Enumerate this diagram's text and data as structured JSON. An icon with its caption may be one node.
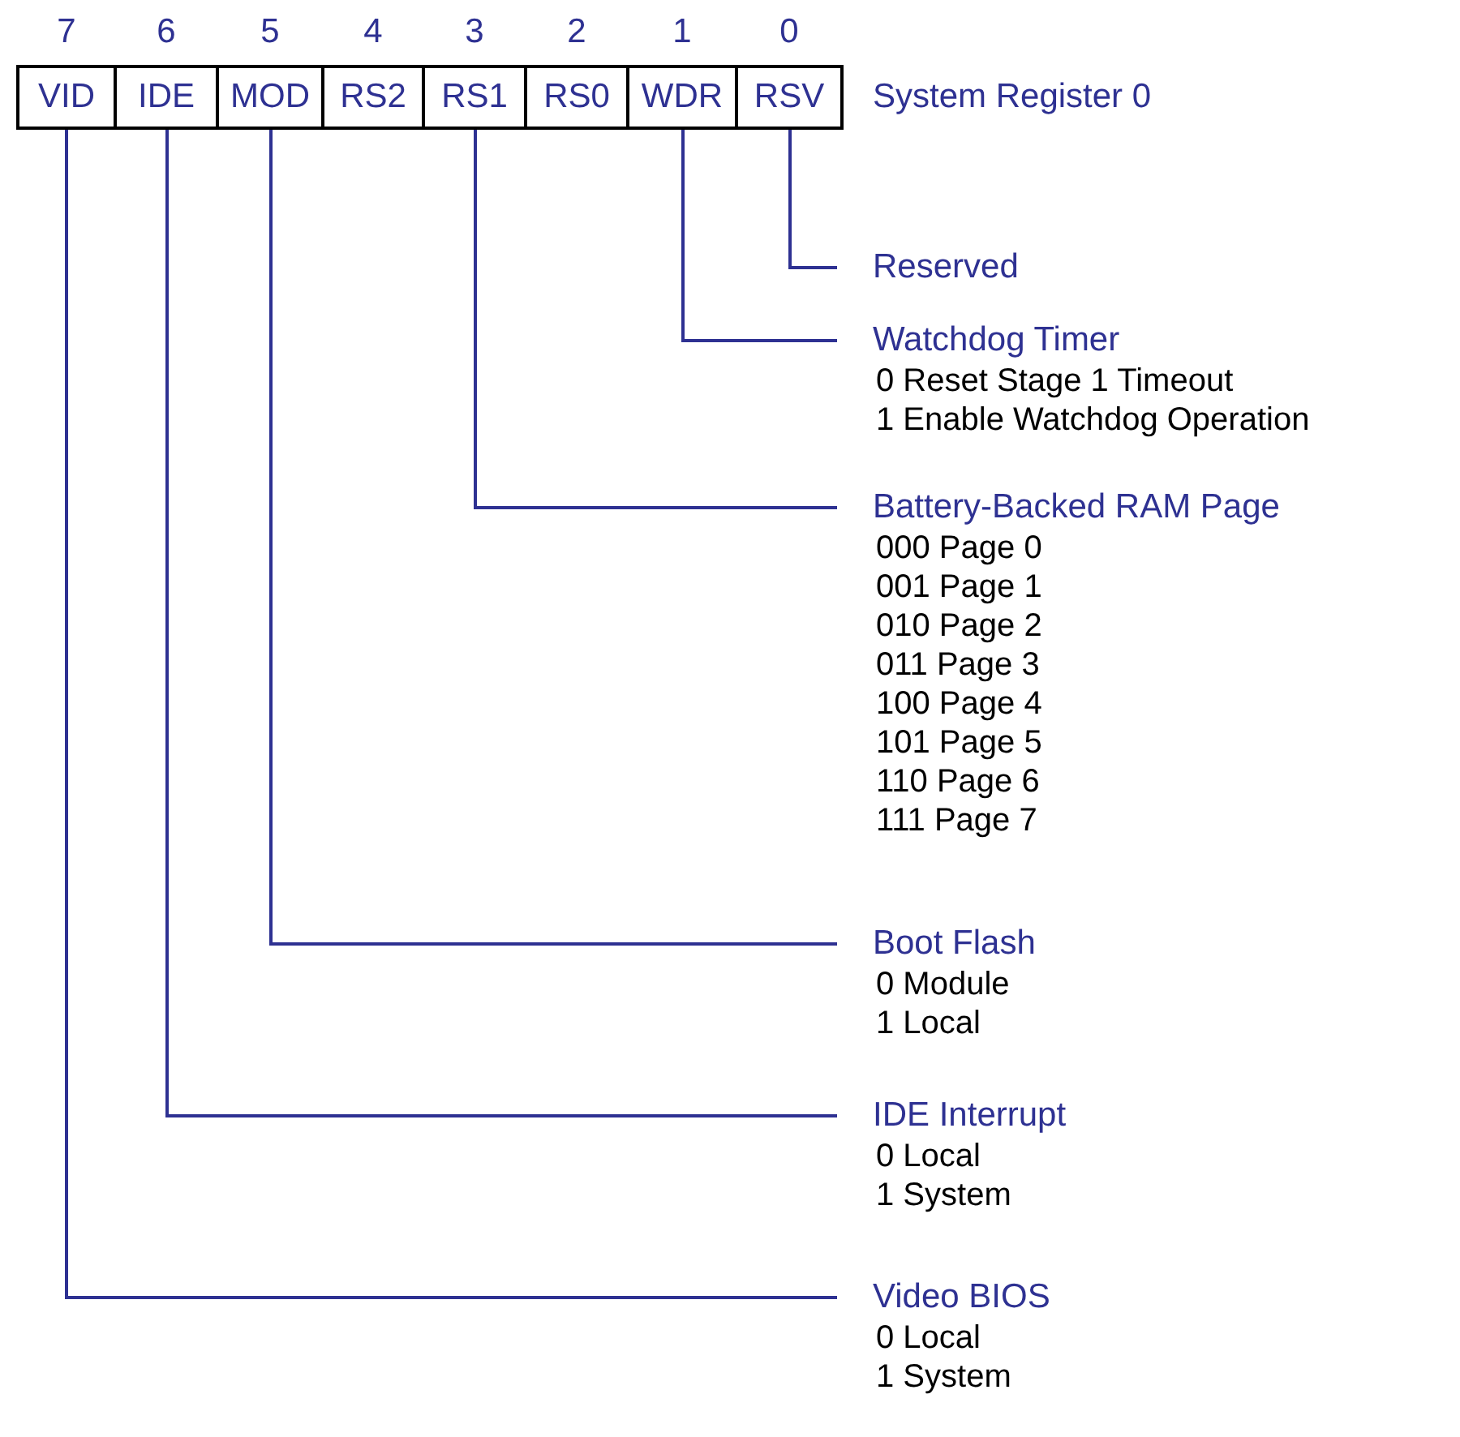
{
  "diagram": {
    "nodes": [
      {
        "text": [
          "VID"
        ],
        "beside": [
          "7"
        ]
      },
      {
        "text": [
          "IDE"
        ],
        "beside": [
          "6"
        ]
      },
      {
        "text": [
          "MOD"
        ],
        "beside": [
          "5"
        ]
      },
      {
        "text": [
          "RS2"
        ],
        "beside": [
          "4"
        ]
      },
      {
        "text": [
          "RS1"
        ],
        "beside": [
          "3"
        ]
      },
      {
        "text": [
          "RS0"
        ],
        "beside": [
          "2"
        ]
      },
      {
        "text": [
          "WDR"
        ],
        "beside": [
          "1"
        ]
      },
      {
        "text": [
          "RSV"
        ],
        "beside": [
          "0"
        ]
      },
      {
        "text": [
          "Reserved"
        ]
      },
      {
        "text": [
          "Watchdog Timer",
          "0 Reset Stage 1 Timeout",
          "1 Enable Watchdog Operation"
        ]
      },
      {
        "text": [
          "Battery-Backed RAM Page",
          "000 Page 0",
          "001 Page 1",
          "010 Page 2",
          "011 Page 3",
          "100 Page 4",
          "101 Page 5",
          "110 Page 6",
          "111 Page 7"
        ]
      },
      {
        "text": [
          "Boot Flash",
          "0 Module",
          "1 Local"
        ]
      },
      {
        "text": [
          "IDE Interrupt",
          "0 Local",
          "1 System"
        ]
      },
      {
        "text": [
          "Video BIOS",
          "0 Local",
          "1 System"
        ]
      }
    ],
    "edges": [
      {
        "from": 7,
        "to": 8,
        "arrow": "none"
      },
      {
        "from": 6,
        "to": 9,
        "arrow": "none"
      },
      {
        "from": 4,
        "to": 10,
        "arrow": "none"
      },
      {
        "from": 2,
        "to": 11,
        "arrow": "none"
      },
      {
        "from": 1,
        "to": 12,
        "arrow": "none"
      },
      {
        "from": 0,
        "to": 13,
        "arrow": "none"
      }
    ],
    "labels": [
      "System Register 0"
    ]
  }
}
